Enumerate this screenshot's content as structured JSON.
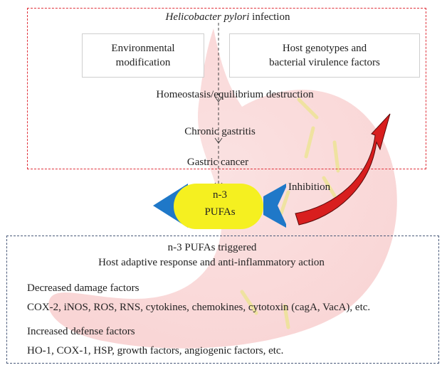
{
  "diagram": {
    "top_panel": {
      "title_italic": "Helicobacter pylori",
      "title_rest": " infection",
      "left_box": [
        "Environmental",
        "modification"
      ],
      "right_box": [
        "Host genotypes and",
        "bacterial virulence factors"
      ],
      "chain": [
        "Homeostasis/equilibrium destruction",
        "Chronic gastritis",
        "Gastric cancer"
      ]
    },
    "middle": {
      "pufa_label": [
        "n-3",
        "PUFAs"
      ],
      "inhibition_label": "Inhibition"
    },
    "bottom_panel": {
      "heading": [
        "n-3 PUFAs triggered",
        "Host adaptive response and anti-inflammatory action"
      ],
      "decreased_title": "Decreased damage factors",
      "decreased_items": "COX-2, iNOS, ROS, RNS, cytokines, chemokines, cytotoxin (cagA, VacA), etc.",
      "increased_title": "Increased defense factors",
      "increased_items": "HO-1, COX-1, HSP, growth factors, angiogenic factors, etc."
    },
    "colors": {
      "top_border": "#e0303a",
      "bottom_border": "#4a5a7a",
      "pufa_fill": "#f5f020",
      "arrowhead_blue": "#1f78c8",
      "inhibition_arrow": "#d81e1e"
    }
  }
}
